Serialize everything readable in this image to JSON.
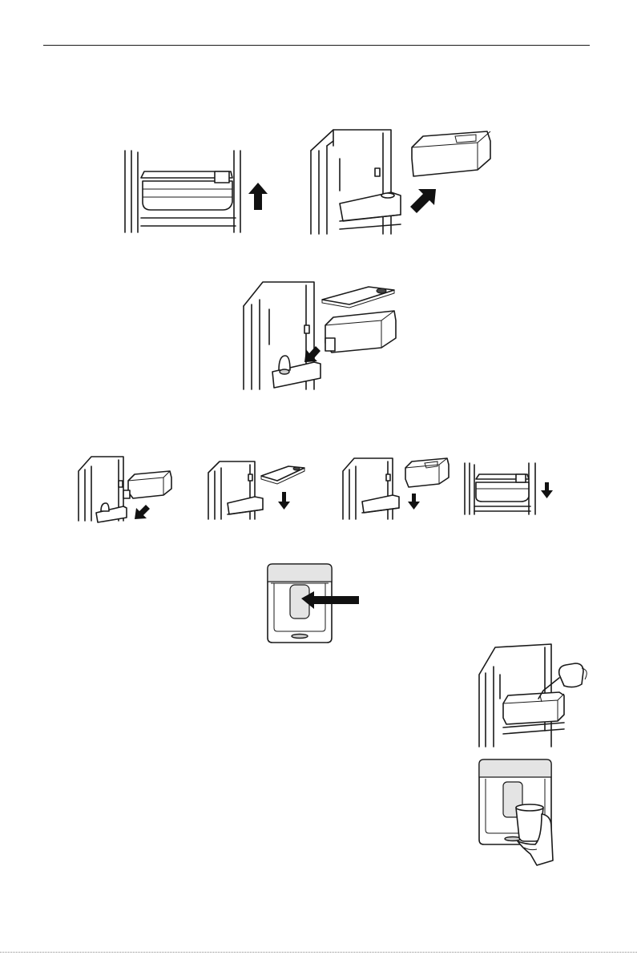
{
  "page": {
    "header_rule": true,
    "figures": [
      {
        "id": "fig-1a",
        "icon": "bin-lift-up",
        "arrow": "up"
      },
      {
        "id": "fig-1b",
        "icon": "bin-remove-diagonal",
        "arrow": "up-right"
      },
      {
        "id": "fig-2",
        "icon": "tank-lid-removal",
        "arrow": "down-left"
      },
      {
        "id": "fig-3a",
        "icon": "tank-reinsert",
        "arrow": "down-left"
      },
      {
        "id": "fig-3b",
        "icon": "lid-reinsert",
        "arrow": "down"
      },
      {
        "id": "fig-3c",
        "icon": "bin-reinsert",
        "arrow": "down"
      },
      {
        "id": "fig-3d",
        "icon": "bin-seated",
        "arrow": "down"
      },
      {
        "id": "fig-4",
        "icon": "dispenser-paddle",
        "arrow": "left"
      },
      {
        "id": "fig-5",
        "icon": "tank-fill-pitcher",
        "arrow": ""
      },
      {
        "id": "fig-6",
        "icon": "dispenser-cup",
        "arrow": ""
      }
    ]
  },
  "colors": {
    "ink": "#1a1a1a",
    "panel_grey": "#cfcfcf",
    "paper": "#ffffff"
  }
}
